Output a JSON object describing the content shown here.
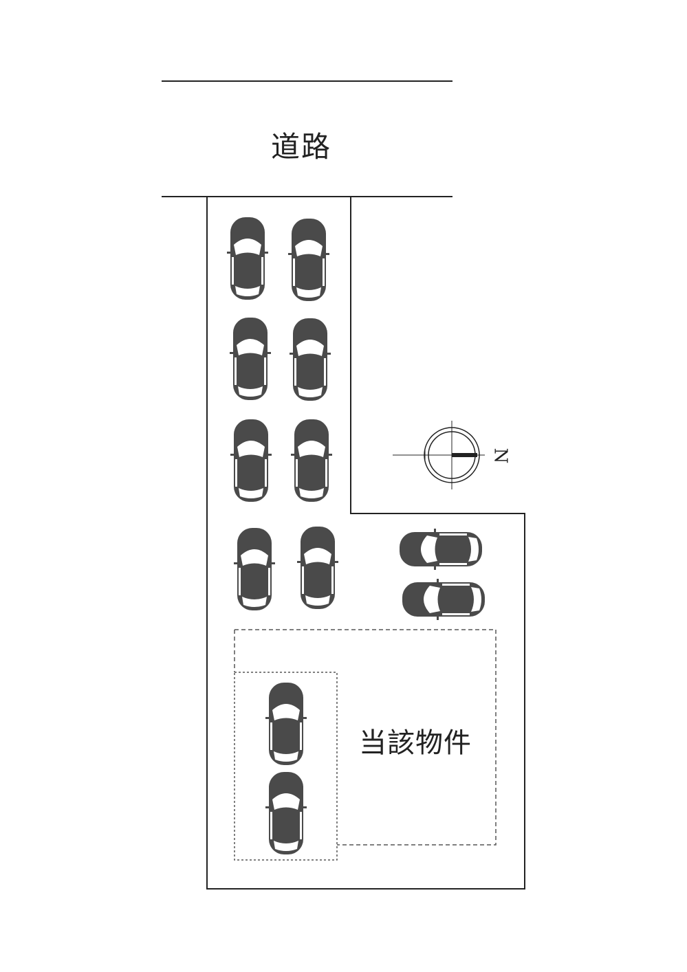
{
  "labels": {
    "road": "道路",
    "property": "当該物件",
    "north": "N"
  },
  "colors": {
    "line": "#222222",
    "car_body": "#4a4a4a",
    "car_glass": "#ffffff"
  },
  "icons": {
    "car": "car-topview-icon",
    "compass": "north-arrow-icon"
  }
}
